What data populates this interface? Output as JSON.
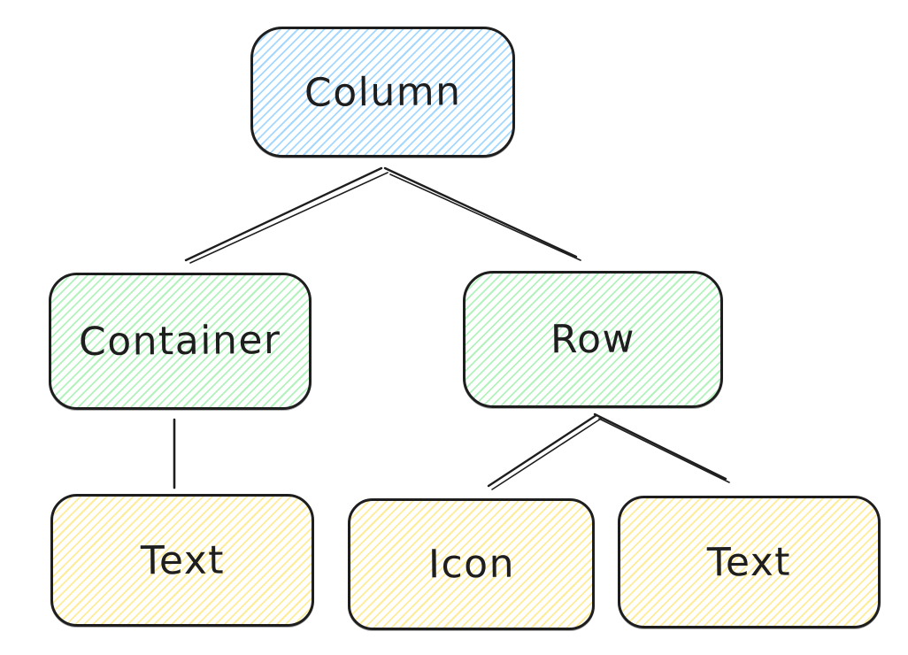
{
  "colors": {
    "stroke": "#1e1e1e",
    "background": "#ffffff",
    "blue_fill": "#a5d8ff",
    "green_fill": "#b2f2bb",
    "yellow_fill": "#ffec99"
  },
  "nodes": {
    "column": {
      "label": "Column",
      "fill": "#a5d8ff"
    },
    "container": {
      "label": "Container",
      "fill": "#b2f2bb"
    },
    "row": {
      "label": "Row",
      "fill": "#b2f2bb"
    },
    "text1": {
      "label": "Text",
      "fill": "#ffec99"
    },
    "icon": {
      "label": "Icon",
      "fill": "#ffec99"
    },
    "text2": {
      "label": "Text",
      "fill": "#ffec99"
    }
  },
  "edges": [
    {
      "from": "Column",
      "to": "Container"
    },
    {
      "from": "Column",
      "to": "Row"
    },
    {
      "from": "Container",
      "to": "Text"
    },
    {
      "from": "Row",
      "to": "Icon"
    },
    {
      "from": "Row",
      "to": "Text"
    }
  ]
}
